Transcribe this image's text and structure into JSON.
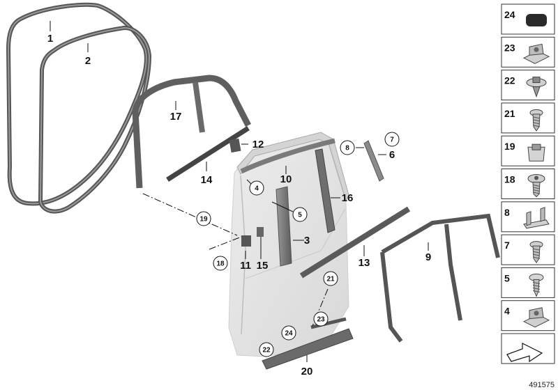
{
  "diagram": {
    "callouts": [
      "1",
      "2",
      "17",
      "12",
      "14",
      "10",
      "4",
      "5",
      "3",
      "16",
      "11",
      "15",
      "13",
      "9",
      "8",
      "7",
      "6",
      "19",
      "18",
      "21",
      "23",
      "24",
      "22",
      "20"
    ],
    "reference_number": "491575"
  },
  "parts_panel": [
    {
      "num": "24",
      "icon": "adhesive-pad-icon"
    },
    {
      "num": "23",
      "icon": "clip-nut-icon"
    },
    {
      "num": "22",
      "icon": "expanding-rivet-icon"
    },
    {
      "num": "21",
      "icon": "screw-icon"
    },
    {
      "num": "19",
      "icon": "clip-icon"
    },
    {
      "num": "18",
      "icon": "flange-screw-icon"
    },
    {
      "num": "8",
      "icon": "bracket-icon"
    },
    {
      "num": "7",
      "icon": "screw-icon"
    },
    {
      "num": "5",
      "icon": "tapping-screw-icon"
    },
    {
      "num": "4",
      "icon": "clip-nut-icon"
    },
    {
      "num": "",
      "icon": "direction-arrow-icon"
    }
  ],
  "colors": {
    "seal": "#6b6b6b",
    "door": "#e6e6e6",
    "outline": "#9a9a9a",
    "text": "#111111"
  }
}
